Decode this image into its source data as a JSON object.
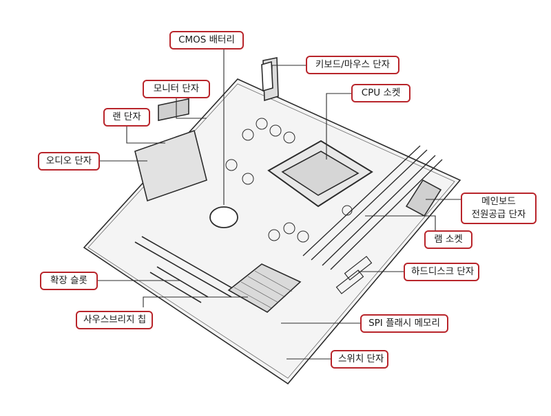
{
  "labels": {
    "cmos_battery": "CMOS 배터리",
    "keyboard_mouse_port": "키보드/마우스 단자",
    "monitor_port": "모니터 단자",
    "cpu_socket": "CPU 소켓",
    "lan_port": "랜 단자",
    "audio_port": "오디오 단자",
    "mainboard_power_line1": "메인보드",
    "mainboard_power_line2": "전원공급 단자",
    "ram_socket": "램 소켓",
    "hdd_port": "하드디스크 단자",
    "expansion_slot": "확장 슬롯",
    "southbridge_chip": "사우스브리지 칩",
    "spi_flash_memory": "SPI 플래시 메모리",
    "switch_port": "스위치 단자"
  },
  "colors": {
    "accent": "#b8242a",
    "board_line": "#2b2b2b"
  }
}
